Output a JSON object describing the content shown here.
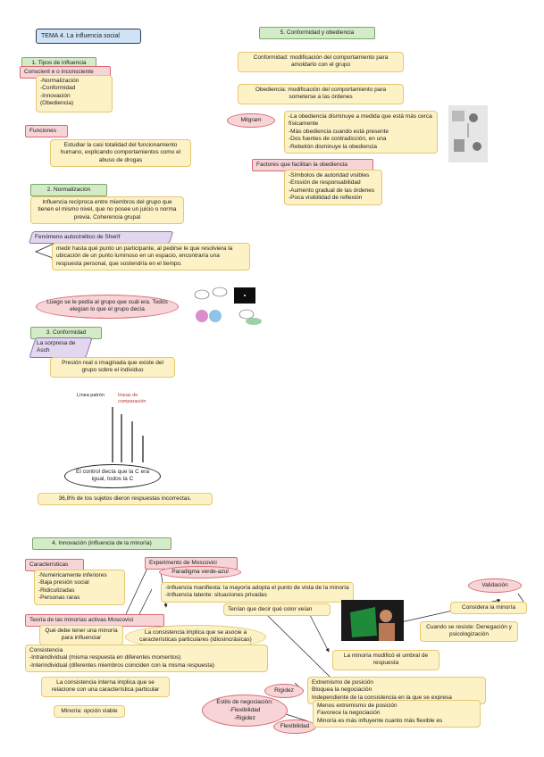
{
  "left": {
    "title": "TEMA 4. La influencia social",
    "s1": {
      "header": "1. Tipos de influencia",
      "sub": "Conscient e o inconsciente",
      "list": "-Normalización\n-Conformidad\n-Innovación\n(Obediencia)"
    },
    "funciones": {
      "label": "Funciones",
      "text": "Estudiar la casi totalidad del funcionamiento humano, explicando comportamientos como el abuso de drogas"
    },
    "s2": {
      "header": "2. Normalización",
      "text": "Influencia recíproca entre miembros del grupo que tienen el mismo nivel, que no posee un juicio o norma previa. Coherencia grupal",
      "sherif_label": "Fenómeno autocinético de Sherif",
      "sherif_text": "medir hasta qué punto un participante, al pedirse le que resolviera la ubicación de un punto luminoso en un espacio, encontraría una respuesta personal, que sostendría en el tiempo.",
      "oval": "Luego se le pedía al grupo que cuál era. Todos elegían lo que el grupo decía"
    },
    "s3": {
      "header": "3. Conformidad",
      "asch_label": "La sorpresa de Asch",
      "text": "Presión real o imaginada que existe del grupo sobre el individuo",
      "chart_left": "Línea patrón",
      "chart_right": "líneas de comparación",
      "oval": "El control decía que la C era igual, todos la C",
      "result": "36,8% de los sujetos dieron respuestas incorrectas."
    }
  },
  "right": {
    "header": "5. Conformidad y obediencia",
    "conformidad": "Conformidad: modificación del comportamiento para amoldarlo con el grupo",
    "obediencia": "Obediencia: modificación del comportamiento para someterse a las órdenes",
    "milgram": "Milgram",
    "milgram_text": "-La obediencia disminuye a medida que está más cerca físicamente\n-Más obediencia cuando está presente\n-Dos fuentes de contradicción, en una\n-Rebelión disminuye la obediencia",
    "factores_label": "Factores que facilitan la obediencia",
    "factores_list": "-Símbolos de autoridad visibles\n-Erosión de responsabilidad\n-Aumento gradual de las órdenes\n-Poca visibilidad de reflexión"
  },
  "bottom": {
    "header": "4. Innovación (influencia de la minoría)",
    "caracteristicas": "Características",
    "carac_list": "-Numéricamente inferiores\n-Baja presión social\n-Ridiculizadas\n-Personas raras",
    "experimento": "Experimento de Moscovici",
    "paradigma": "Paradigma verde-azul",
    "influencia": "-Influencia manifiesta: la mayoría adopta el punto de vista de la minoría\n-Influencia latente: situaciones privadas",
    "tenian": "Tenían que decir qué color veían",
    "validacion": "Validación",
    "considera": "Considera la minoría",
    "teoria": "Teoría de las minorías activas Moscovici",
    "que_debe": "Qué debe tener una minoría para influenciar",
    "consistencia_oval": "La consistencia implica que se asocie a características particulares (idiosincrásicas)",
    "consistencia_label": "Consistencia",
    "consistencia_list": "-Intraindividual (misma respuesta en diferentes momentos)\n-Interindividual (diferentes miembros coinciden con la misma respuesta)",
    "cuando": "Cuando se resiste: Denegación y psicologización",
    "modifico": "La minoría modificó el umbral de respuesta",
    "consistencia_interna": "La consistencia interna implica que se relacione con una característica particular",
    "minoria": "Minoría: opción viable",
    "rigidez_oval": "Rigidez",
    "rigidez_text": "Extremismo de posición\nBloquea la negociación\nIndependiente de la consistencia en la que se expresa",
    "estilo": "Estilo de negociación:\n-Flexibilidad\n-Rigidez",
    "flexibilidad_oval": "Flexibilidad",
    "flex_text": "Menos extremismo de posición\nFavorece la negociación\nMinoría es más influyente cuanto más flexible es"
  }
}
